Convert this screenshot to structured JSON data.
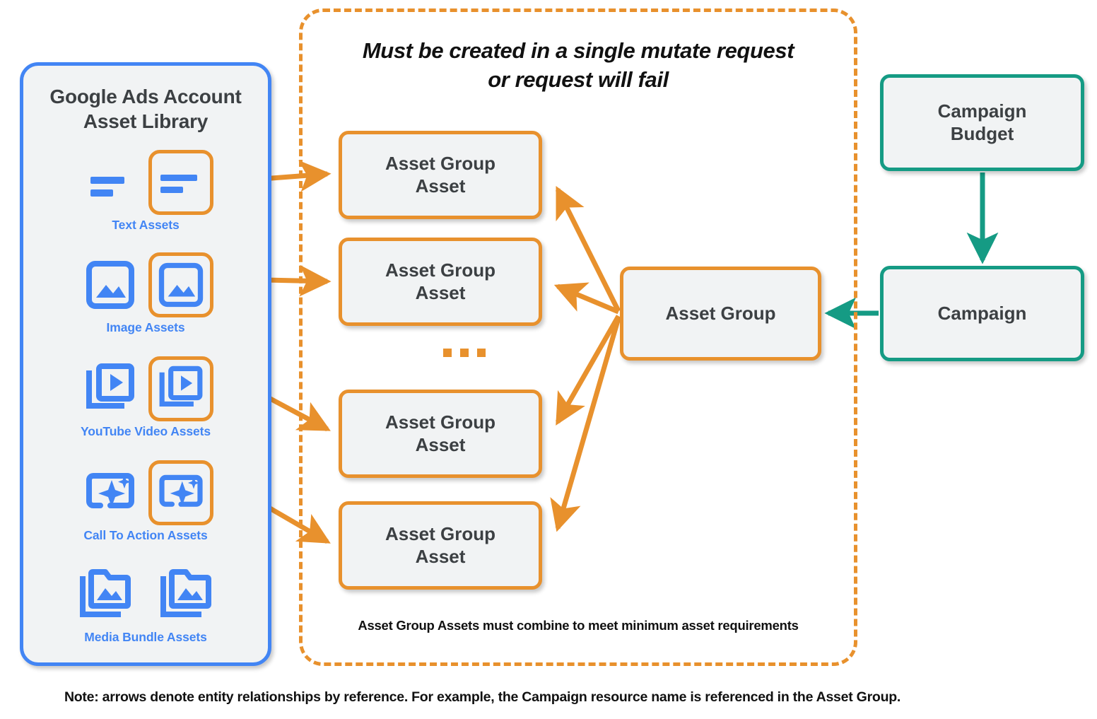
{
  "library": {
    "title_line1": "Google Ads Account",
    "title_line2": "Asset Library",
    "border_color": "#4285f4",
    "fill_color": "#f1f3f4",
    "items": [
      {
        "label": "Text Assets",
        "icon": "text-asset-icon"
      },
      {
        "label": "Image Assets",
        "icon": "image-asset-icon"
      },
      {
        "label": "YouTube Video  Assets",
        "icon": "youtube-video-asset-icon"
      },
      {
        "label": "Call To Action Assets",
        "icon": "call-to-action-asset-icon"
      },
      {
        "label": "Media Bundle  Assets",
        "icon": "media-bundle-asset-icon"
      }
    ]
  },
  "mutate_container": {
    "title_line1": "Must be created in a single mutate request",
    "title_line2": "or request will fail",
    "footnote": "Asset Group Assets must combine to meet minimum asset requirements",
    "border_color": "#e8912d",
    "border_style": "dashed"
  },
  "nodes": {
    "asset_group_assets": [
      {
        "line1": "Asset Group",
        "line2": "Asset"
      },
      {
        "line1": "Asset Group",
        "line2": "Asset"
      },
      {
        "line1": "Asset Group",
        "line2": "Asset"
      },
      {
        "line1": "Asset Group",
        "line2": "Asset"
      }
    ],
    "ellipsis": "...",
    "asset_group": {
      "label": "Asset Group",
      "color": "#e8912d"
    },
    "campaign_budget": {
      "line1": "Campaign",
      "line2": "Budget",
      "color": "#159b84"
    },
    "campaign": {
      "label": "Campaign",
      "color": "#159b84"
    }
  },
  "footer": {
    "note": "Note: arrows denote entity relationships by reference. For example, the Campaign resource name is referenced in the Asset Group."
  },
  "colors": {
    "orange": "#e8912d",
    "teal": "#159b84",
    "blue": "#4285f4",
    "node_fill": "#f1f3f4",
    "text_dark": "#3c4043",
    "text_black": "#111111"
  }
}
